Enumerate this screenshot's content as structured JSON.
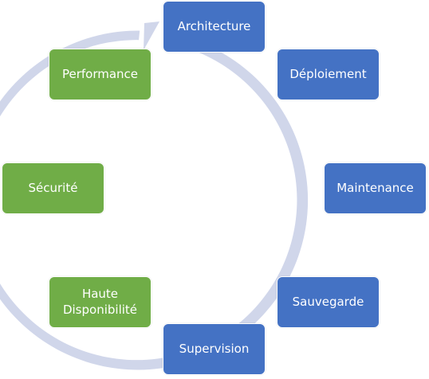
{
  "colors": {
    "cycle_arrow": "#d0d6ea",
    "blue_node": "#4472c4",
    "green_node": "#70ad47",
    "node_border": "#ffffff",
    "background": "#ffffff"
  },
  "nodes": [
    {
      "id": "architecture",
      "label": "Architecture",
      "group": "blue"
    },
    {
      "id": "deploiement",
      "label": "Déploiement",
      "group": "blue"
    },
    {
      "id": "maintenance",
      "label": "Maintenance",
      "group": "blue"
    },
    {
      "id": "sauvegarde",
      "label": "Sauvegarde",
      "group": "blue"
    },
    {
      "id": "supervision",
      "label": "Supervision",
      "group": "blue"
    },
    {
      "id": "haute-disponibilite",
      "label_line1": "Haute",
      "label_line2": "Disponibilité",
      "group": "green"
    },
    {
      "id": "securite",
      "label": "Sécurité",
      "group": "green"
    },
    {
      "id": "performance",
      "label": "Performance",
      "group": "green"
    }
  ]
}
